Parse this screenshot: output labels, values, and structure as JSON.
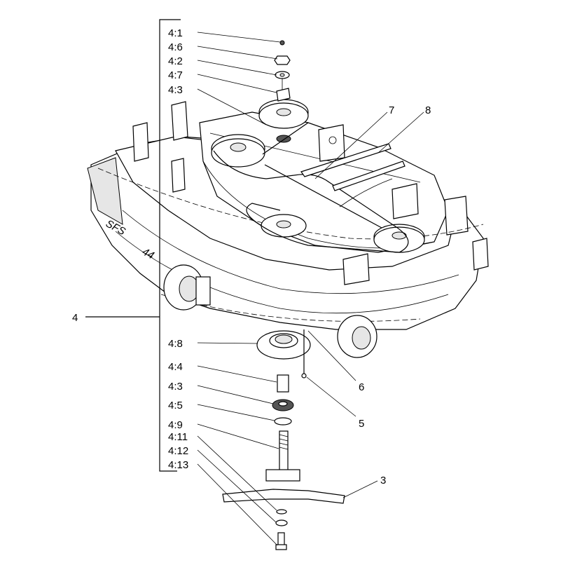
{
  "callouts": {
    "c4_1": "4:1",
    "c4_6": "4:6",
    "c4_2": "4:2",
    "c4_7": "4:7",
    "c4_3a": "4:3",
    "c4_8": "4:8",
    "c4_4": "4:4",
    "c4_3b": "4:3",
    "c4_5": "4:5",
    "c4_9": "4:9",
    "c4_11": "4:11",
    "c4_12": "4:12",
    "c4_13": "4:13",
    "c4": "4",
    "c7": "7",
    "c8": "8",
    "c6": "6",
    "c5": "5",
    "c3": "3"
  },
  "deck_decal": {
    "model": "SFS",
    "size": "44"
  }
}
